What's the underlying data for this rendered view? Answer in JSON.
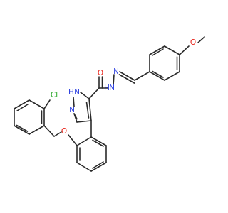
{
  "structure": {
    "colors": {
      "bond": "#2a2a2a",
      "oxygen": "#e8231a",
      "nitrogen": "#2b3fe0",
      "chlorine": "#1fa21f",
      "carbon": "#2a2a2a"
    },
    "atom_labels": {
      "o_carbonyl": "O",
      "n_amide": "N",
      "h_amide": "H",
      "n_imine": "N",
      "o_methoxy": "O",
      "n1_pyrazole": "N",
      "h_pyrazole": "H",
      "n2_pyrazole": "N",
      "o_ether": "O",
      "cl": "Cl"
    }
  }
}
